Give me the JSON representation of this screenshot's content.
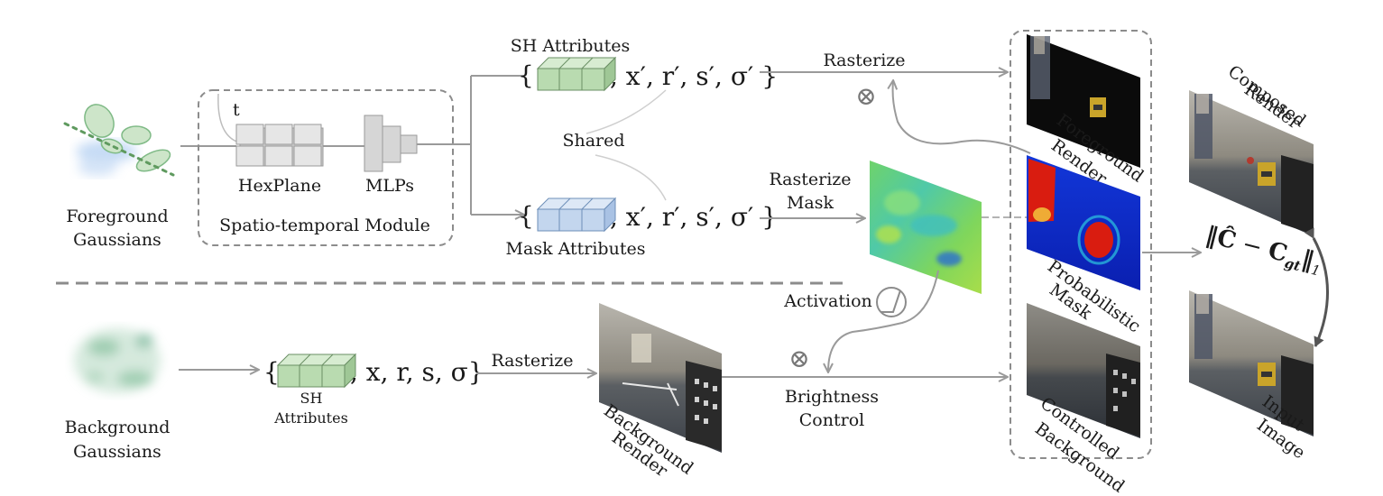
{
  "foreground": {
    "label_line1": "Foreground",
    "label_line2": "Gaussians"
  },
  "background": {
    "label_line1": "Background",
    "label_line2": "Gaussians"
  },
  "spatio_temporal": {
    "time_label": "t",
    "hexplane_label": "HexPlane",
    "mlps_label": "MLPs",
    "module_label": "Spatio-temporal Module"
  },
  "sh_branch": {
    "title": "SH Attributes",
    "open_brace": "{",
    "params": ", x′, r′, s′, σ′ }"
  },
  "mask_branch": {
    "title": "Mask Attributes",
    "open_brace": "{",
    "params": ", x′, r′, s′, σ′ }"
  },
  "shared_label": "Shared",
  "bg_branch": {
    "open_brace": "{",
    "params": ", x, r, s, σ}",
    "sh_line1": "SH",
    "sh_line2": "Attributes"
  },
  "ops": {
    "rasterize_top": "Rasterize",
    "rasterize_mask_line1": "Rasterize",
    "rasterize_mask_line2": "Mask",
    "rasterize_bottom": "Rasterize",
    "activation": "Activation",
    "brightness_line1": "Brightness",
    "brightness_line2": "Control",
    "multiply_symbol": "⊗"
  },
  "renders": {
    "foreground_line1": "Foreground",
    "foreground_line2": "Render",
    "probabilistic_line1": "Probabilistic",
    "probabilistic_line2": "Mask",
    "controlled_line1": "Controlled",
    "controlled_line2": "Background",
    "background_line1": "Background",
    "background_line2": "Render",
    "composed_line1": "Composed",
    "composed_line2": "Render",
    "input_line1": "Input",
    "input_line2": "Image"
  },
  "loss": {
    "open_norm": "‖",
    "c_hat": "Ĉ",
    "minus": "−",
    "c_gt": "C",
    "gt_sub": "gt",
    "close_norm": "‖",
    "norm_sub": "1"
  },
  "colors": {
    "arrow": "#9a9a9a",
    "dash": "#8c8c8c",
    "sh_cube": "#b9dbb0",
    "mask_cube": "#c3d6ee",
    "fg_gauss": "#7fba86",
    "bg_gauss": "#7ab99c",
    "mask_blue": "#1a34d6",
    "mask_red": "#d91c10"
  }
}
